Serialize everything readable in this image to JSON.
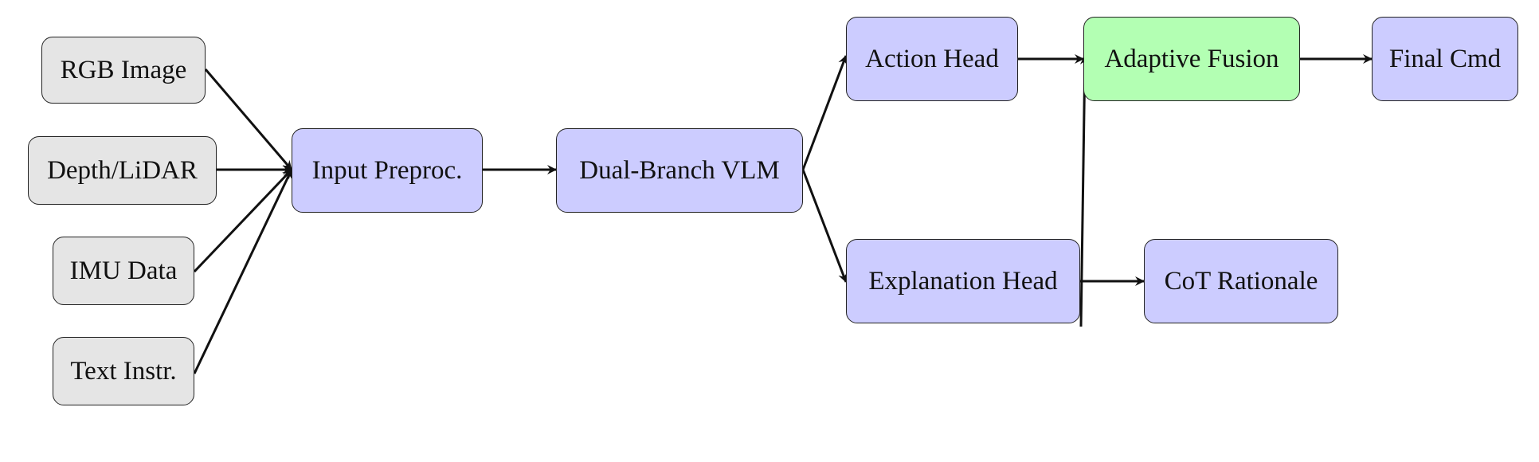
{
  "colors": {
    "input": "#e5e5e5",
    "process": "#ccccff",
    "fusion": "#b3ffb3",
    "stroke": "#111111"
  },
  "nodes": {
    "rgb": {
      "label": "RGB Image",
      "kind": "input"
    },
    "depth": {
      "label": "Depth/LiDAR",
      "kind": "input"
    },
    "imu": {
      "label": "IMU Data",
      "kind": "input"
    },
    "text": {
      "label": "Text Instr.",
      "kind": "input"
    },
    "preproc": {
      "label": "Input Preproc.",
      "kind": "process"
    },
    "vlm": {
      "label": "Dual-Branch VLM",
      "kind": "process"
    },
    "action": {
      "label": "Action Head",
      "kind": "process"
    },
    "explain": {
      "label": "Explanation Head",
      "kind": "process"
    },
    "fusion": {
      "label": "Adaptive Fusion",
      "kind": "fusion"
    },
    "final": {
      "label": "Final Cmd",
      "kind": "process"
    },
    "cot": {
      "label": "CoT Rationale",
      "kind": "process"
    }
  },
  "edges": [
    {
      "from": "rgb",
      "to": "preproc"
    },
    {
      "from": "depth",
      "to": "preproc"
    },
    {
      "from": "imu",
      "to": "preproc"
    },
    {
      "from": "text",
      "to": "preproc"
    },
    {
      "from": "preproc",
      "to": "vlm"
    },
    {
      "from": "vlm",
      "to": "action"
    },
    {
      "from": "vlm",
      "to": "explain"
    },
    {
      "from": "action",
      "to": "fusion"
    },
    {
      "from": "explain",
      "to": "fusion"
    },
    {
      "from": "explain",
      "to": "cot"
    },
    {
      "from": "fusion",
      "to": "final"
    }
  ]
}
